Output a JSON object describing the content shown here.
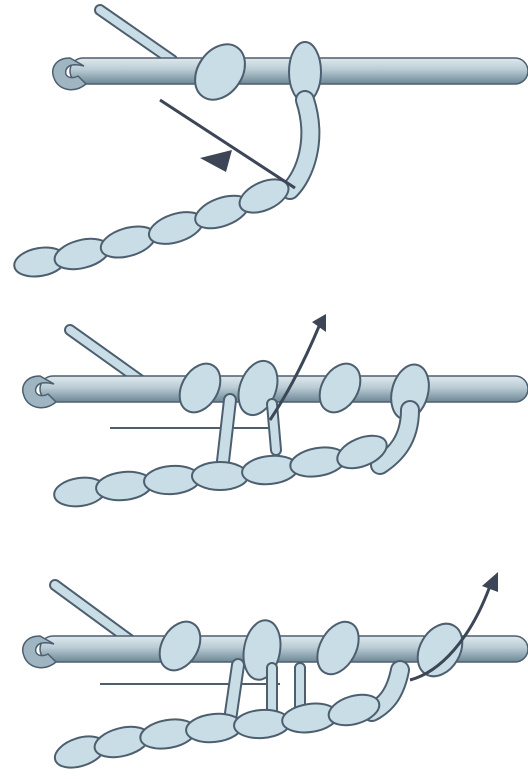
{
  "colors": {
    "background": "#ffffff",
    "hook_fill": "#9fb5c1",
    "hook_highlight": "#dfe9ee",
    "hook_shadow": "#6d8796",
    "yarn_fill": "#c8dde6",
    "yarn_outline": "#4d5f6f",
    "arrow": "#3d4656"
  },
  "panels": [
    {
      "icon": "crochet-hook-icon",
      "arrow_direction": "down-left"
    },
    {
      "icon": "crochet-hook-icon",
      "arrow_direction": "up-right"
    },
    {
      "icon": "crochet-hook-icon",
      "arrow_direction": "up-right"
    }
  ]
}
